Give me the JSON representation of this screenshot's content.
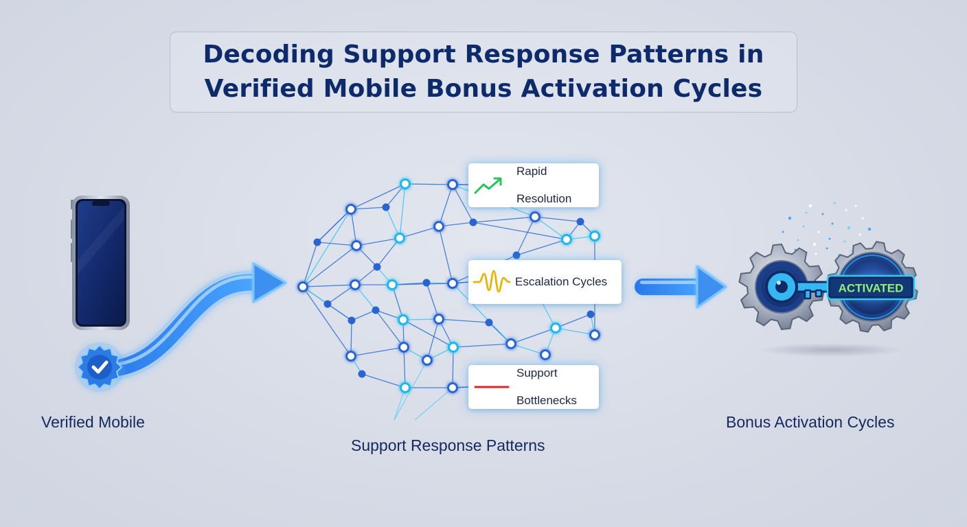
{
  "title": {
    "line1": "Decoding Support Response Patterns in",
    "line2": "Verified Mobile Bonus Activation Cycles"
  },
  "stages": {
    "mobile": {
      "label": "Verified Mobile",
      "icon": "smartphone-icon",
      "badge_icon": "verified-check-badge-icon"
    },
    "network": {
      "label": "Support Response Patterns",
      "icon": "network-graph-icon"
    },
    "bonus": {
      "label": "Bonus Activation Cycles",
      "icon": "gears-key-icon",
      "badge": "ACTIVATED"
    }
  },
  "patterns": [
    {
      "line1": "Rapid",
      "line2": "Resolution",
      "icon": "trend-up-icon",
      "color": "#22c55e"
    },
    {
      "line1": "Escalation Cycles",
      "line2": "",
      "icon": "waveform-icon",
      "color": "#eab308"
    },
    {
      "line1": "Support",
      "line2": "Bottlenecks",
      "icon": "flat-line-icon",
      "color": "#dc2626"
    }
  ],
  "colors": {
    "title": "#0d2a6b",
    "arrow": "#3d8ff0",
    "network_line": "#2f6fd6",
    "network_glow": "#36c8f5"
  }
}
